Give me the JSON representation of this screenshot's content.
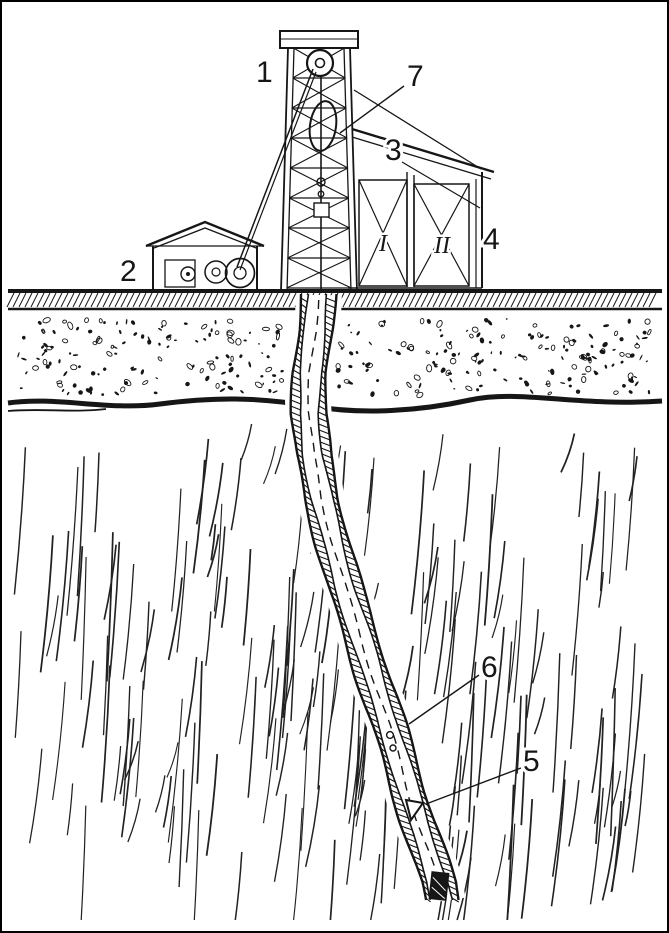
{
  "figure": {
    "ink_color": "#161616",
    "paper_color": "#ffffff",
    "labels": [
      {
        "id": "1",
        "text": "1"
      },
      {
        "id": "2",
        "text": "2"
      },
      {
        "id": "3",
        "text": "3"
      },
      {
        "id": "4",
        "text": "4"
      },
      {
        "id": "5",
        "text": "5"
      },
      {
        "id": "6",
        "text": "6"
      },
      {
        "id": "7",
        "text": "7"
      }
    ],
    "frame_numerals": [
      {
        "text": "I"
      },
      {
        "text": "II"
      }
    ]
  }
}
